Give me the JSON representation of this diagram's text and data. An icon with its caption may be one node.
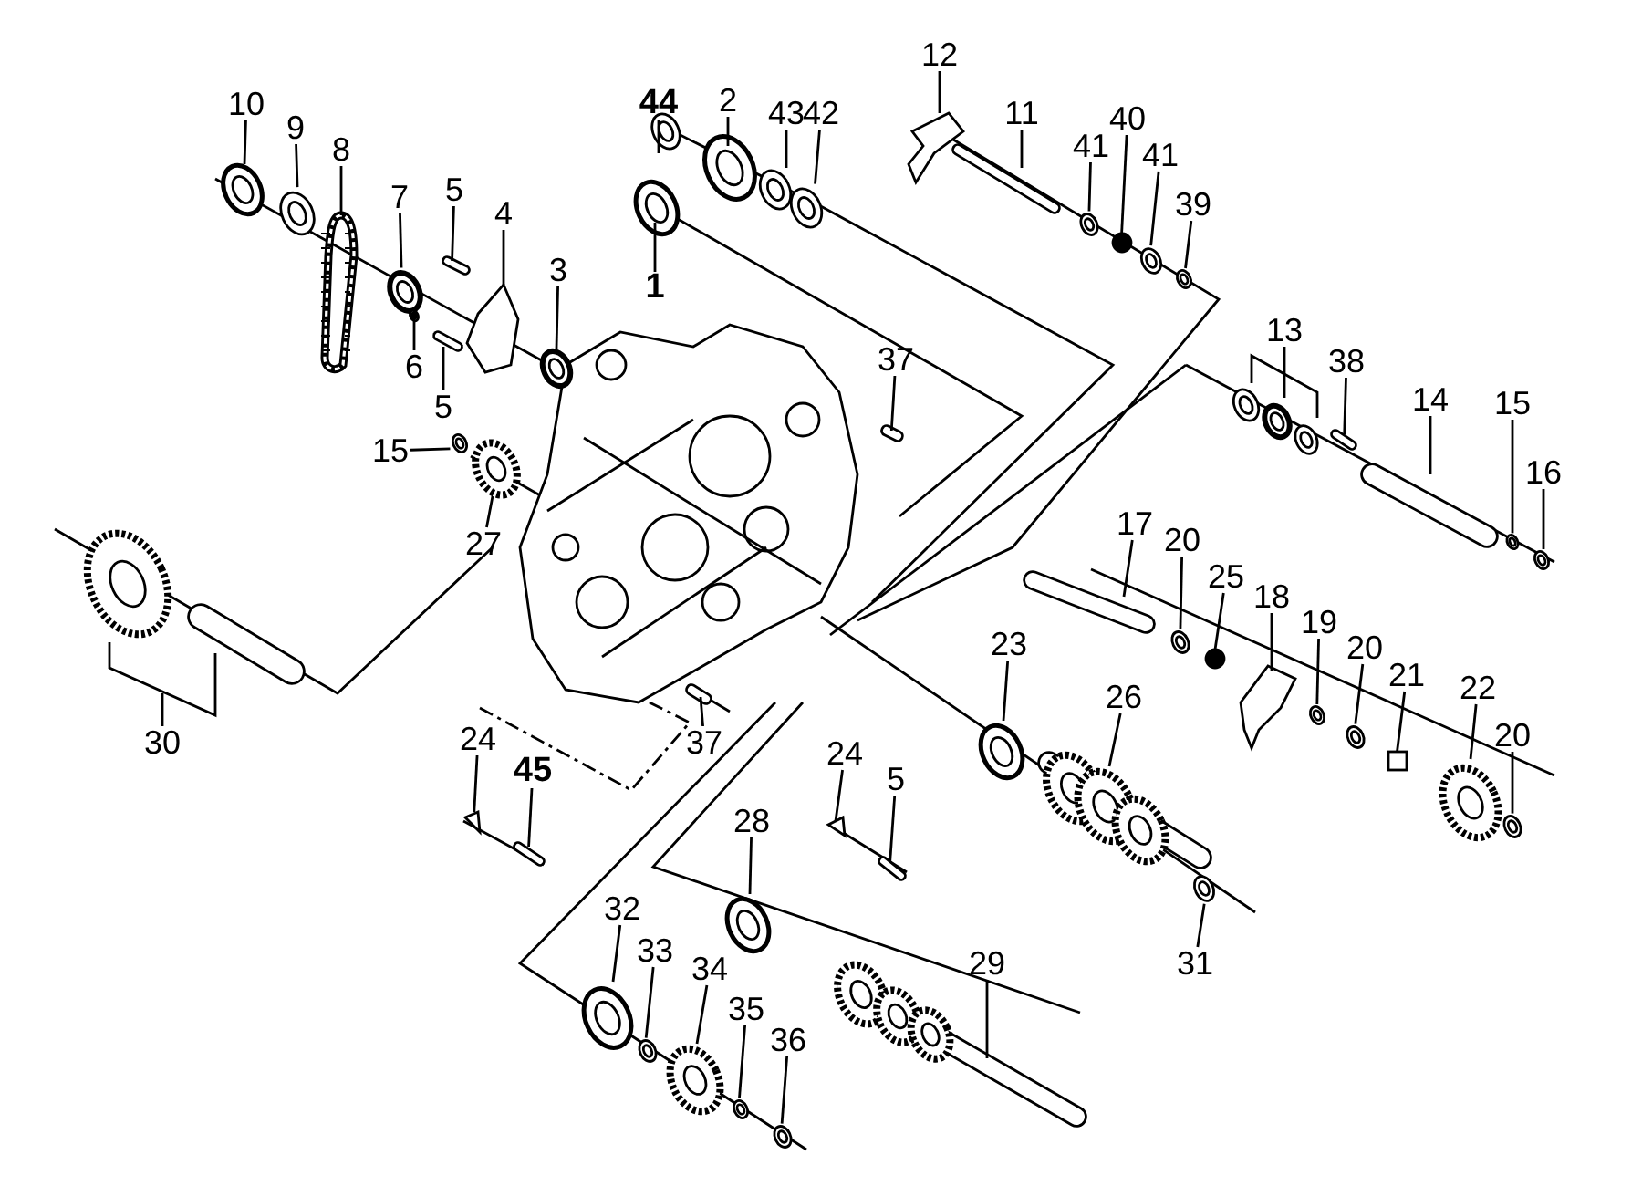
{
  "diagram": {
    "nodes": [
      {
        "text": [
          "44"
        ]
      },
      {
        "text": [
          "2"
        ]
      },
      {
        "text": [
          "43"
        ]
      },
      {
        "text": [
          "42"
        ]
      },
      {
        "text": [
          "1"
        ]
      },
      {
        "text": [
          "10"
        ]
      },
      {
        "text": [
          "9"
        ]
      },
      {
        "text": [
          "8"
        ]
      },
      {
        "text": [
          "7"
        ]
      },
      {
        "text": [
          "5"
        ]
      },
      {
        "text": [
          "4"
        ]
      },
      {
        "text": [
          "3"
        ]
      },
      {
        "text": [
          "6"
        ]
      },
      {
        "text": [
          "5"
        ]
      },
      {
        "text": [
          "15"
        ]
      },
      {
        "text": [
          "27"
        ]
      },
      {
        "text": [
          "12"
        ]
      },
      {
        "text": [
          "11"
        ]
      },
      {
        "text": [
          "41"
        ]
      },
      {
        "text": [
          "40"
        ]
      },
      {
        "text": [
          "41"
        ]
      },
      {
        "text": [
          "39"
        ]
      },
      {
        "text": [
          "13"
        ]
      },
      {
        "text": [
          "38"
        ]
      },
      {
        "text": [
          "14"
        ]
      },
      {
        "text": [
          "15"
        ]
      },
      {
        "text": [
          "16"
        ]
      },
      {
        "text": [
          "17"
        ]
      },
      {
        "text": [
          "20"
        ]
      },
      {
        "text": [
          "25"
        ]
      },
      {
        "text": [
          "18"
        ]
      },
      {
        "text": [
          "19"
        ]
      },
      {
        "text": [
          "20"
        ]
      },
      {
        "text": [
          "21"
        ]
      },
      {
        "text": [
          "22"
        ]
      },
      {
        "text": [
          "20"
        ]
      },
      {
        "text": [
          "23"
        ]
      },
      {
        "text": [
          "26"
        ]
      },
      {
        "text": [
          "24"
        ]
      },
      {
        "text": [
          "5"
        ]
      },
      {
        "text": [
          "31"
        ]
      },
      {
        "text": [
          "37"
        ]
      },
      {
        "text": [
          "37"
        ]
      },
      {
        "text": [
          "30"
        ]
      },
      {
        "text": [
          "24"
        ]
      },
      {
        "text": [
          "45"
        ]
      },
      {
        "text": [
          "28"
        ]
      },
      {
        "text": [
          "29"
        ]
      },
      {
        "text": [
          "32"
        ]
      },
      {
        "text": [
          "33"
        ]
      },
      {
        "text": [
          "34"
        ]
      },
      {
        "text": [
          "35"
        ]
      },
      {
        "text": [
          "36"
        ]
      },
      {
        "text": [],
        "shape": "picture"
      },
      {
        "text": [],
        "shape": "picture"
      },
      {
        "text": [],
        "shape": "picture"
      },
      {
        "text": [],
        "shape": "picture"
      },
      {
        "text": [],
        "shape": "picture"
      },
      {
        "text": [],
        "shape": "picture"
      },
      {
        "text": [],
        "shape": "picture"
      },
      {
        "text": [],
        "shape": "picture"
      },
      {
        "text": [],
        "shape": "picture"
      },
      {
        "text": [],
        "shape": "picture"
      },
      {
        "text": [],
        "shape": "picture"
      },
      {
        "text": [],
        "shape": "picture"
      },
      {
        "text": [],
        "shape": "picture"
      },
      {
        "text": [],
        "shape": "picture"
      },
      {
        "text": [],
        "shape": "picture"
      },
      {
        "text": [],
        "shape": "picture"
      },
      {
        "text": [],
        "shape": "picture"
      },
      {
        "text": [],
        "shape": "picture"
      },
      {
        "text": [],
        "shape": "picture"
      },
      {
        "text": [],
        "shape": "circle"
      },
      {
        "text": [],
        "shape": "picture"
      },
      {
        "text": [],
        "shape": "picture"
      },
      {
        "text": [],
        "shape": "picture"
      },
      {
        "text": [],
        "shape": "picture"
      },
      {
        "text": [],
        "shape": "picture"
      },
      {
        "text": [],
        "shape": "picture"
      },
      {
        "text": [],
        "shape": "picture"
      },
      {
        "text": [],
        "shape": "picture"
      },
      {
        "text": [],
        "shape": "picture"
      },
      {
        "text": [],
        "shape": "circle"
      },
      {
        "text": [],
        "shape": "picture"
      },
      {
        "text": [],
        "shape": "picture"
      },
      {
        "text": [],
        "shape": "picture"
      },
      {
        "text": [],
        "shape": "box"
      },
      {
        "text": [],
        "shape": "picture"
      },
      {
        "text": [],
        "shape": "picture"
      },
      {
        "text": [],
        "shape": "picture"
      },
      {
        "text": [],
        "shape": "picture"
      },
      {
        "text": [],
        "shape": "picture"
      },
      {
        "text": [],
        "shape": "picture"
      },
      {
        "text": [],
        "shape": "picture"
      },
      {
        "text": [],
        "shape": "picture"
      },
      {
        "text": [],
        "shape": "picture"
      },
      {
        "text": [],
        "shape": "picture"
      },
      {
        "text": [],
        "shape": "picture"
      },
      {
        "text": [],
        "shape": "picture"
      },
      {
        "text": [],
        "shape": "picture"
      },
      {
        "text": [],
        "shape": "picture"
      },
      {
        "text": [],
        "shape": "picture"
      },
      {
        "text": [],
        "shape": "picture"
      },
      {
        "text": [],
        "shape": "picture"
      },
      {
        "text": [],
        "shape": "picture"
      },
      {
        "text": [],
        "shape": "picture"
      }
    ],
    "edges": [
      {
        "from": 0,
        "to": 53,
        "arrow": "none"
      },
      {
        "from": 1,
        "to": 54,
        "arrow": "none"
      },
      {
        "from": 2,
        "to": 55,
        "arrow": "none"
      },
      {
        "from": 3,
        "to": 56,
        "arrow": "none"
      },
      {
        "from": 4,
        "to": 57,
        "arrow": "none"
      },
      {
        "from": 5,
        "to": 58,
        "arrow": "none"
      },
      {
        "from": 6,
        "to": 59,
        "arrow": "none"
      },
      {
        "from": 7,
        "to": 60,
        "arrow": "none"
      },
      {
        "from": 8,
        "to": 61,
        "arrow": "none"
      },
      {
        "from": 9,
        "to": 62,
        "arrow": "none"
      },
      {
        "from": 10,
        "to": 63,
        "arrow": "none"
      },
      {
        "from": 11,
        "to": 64,
        "arrow": "none"
      },
      {
        "from": 12,
        "to": 65,
        "arrow": "none"
      },
      {
        "from": 13,
        "to": 66,
        "arrow": "none"
      },
      {
        "from": 14,
        "to": 67,
        "arrow": "none"
      },
      {
        "from": 15,
        "to": 68,
        "arrow": "none"
      },
      {
        "from": 16,
        "to": 69,
        "arrow": "none"
      },
      {
        "from": 17,
        "to": 70,
        "arrow": "none"
      },
      {
        "from": 18,
        "to": 71,
        "arrow": "none"
      },
      {
        "from": 19,
        "to": 72,
        "arrow": "none"
      },
      {
        "from": 20,
        "to": 73,
        "arrow": "none"
      },
      {
        "from": 21,
        "to": 74,
        "arrow": "none"
      },
      {
        "from": 22,
        "to": 75,
        "arrow": "none"
      },
      {
        "from": 23,
        "to": 76,
        "arrow": "none"
      },
      {
        "from": 24,
        "to": 77,
        "arrow": "none"
      },
      {
        "from": 25,
        "to": 78,
        "arrow": "none"
      },
      {
        "from": 26,
        "to": 79,
        "arrow": "none"
      },
      {
        "from": 27,
        "to": 80,
        "arrow": "none"
      },
      {
        "from": 28,
        "to": 81,
        "arrow": "none"
      },
      {
        "from": 29,
        "to": 82,
        "arrow": "none"
      },
      {
        "from": 30,
        "to": 83,
        "arrow": "none"
      },
      {
        "from": 31,
        "to": 84,
        "arrow": "none"
      },
      {
        "from": 32,
        "to": 85,
        "arrow": "none"
      },
      {
        "from": 33,
        "to": 86,
        "arrow": "none"
      },
      {
        "from": 34,
        "to": 87,
        "arrow": "none"
      },
      {
        "from": 35,
        "to": 88,
        "arrow": "none"
      },
      {
        "from": 36,
        "to": 89,
        "arrow": "none"
      },
      {
        "from": 37,
        "to": 90,
        "arrow": "none"
      },
      {
        "from": 38,
        "to": 91,
        "arrow": "none"
      },
      {
        "from": 39,
        "to": 92,
        "arrow": "none"
      },
      {
        "from": 40,
        "to": 93,
        "arrow": "none"
      },
      {
        "from": 41,
        "to": 94,
        "arrow": "none"
      },
      {
        "from": 42,
        "to": 95,
        "arrow": "none"
      },
      {
        "from": 43,
        "to": 96,
        "arrow": "none"
      },
      {
        "from": 44,
        "to": 97,
        "arrow": "none"
      },
      {
        "from": 45,
        "to": 98,
        "arrow": "none"
      },
      {
        "from": 46,
        "to": 99,
        "arrow": "none"
      },
      {
        "from": 47,
        "to": 100,
        "arrow": "none"
      },
      {
        "from": 48,
        "to": 101,
        "arrow": "none"
      },
      {
        "from": 49,
        "to": 102,
        "arrow": "none"
      },
      {
        "from": 50,
        "to": 103,
        "arrow": "none"
      },
      {
        "from": 51,
        "to": 104,
        "arrow": "none"
      },
      {
        "from": 52,
        "to": 105,
        "arrow": "none"
      }
    ]
  }
}
